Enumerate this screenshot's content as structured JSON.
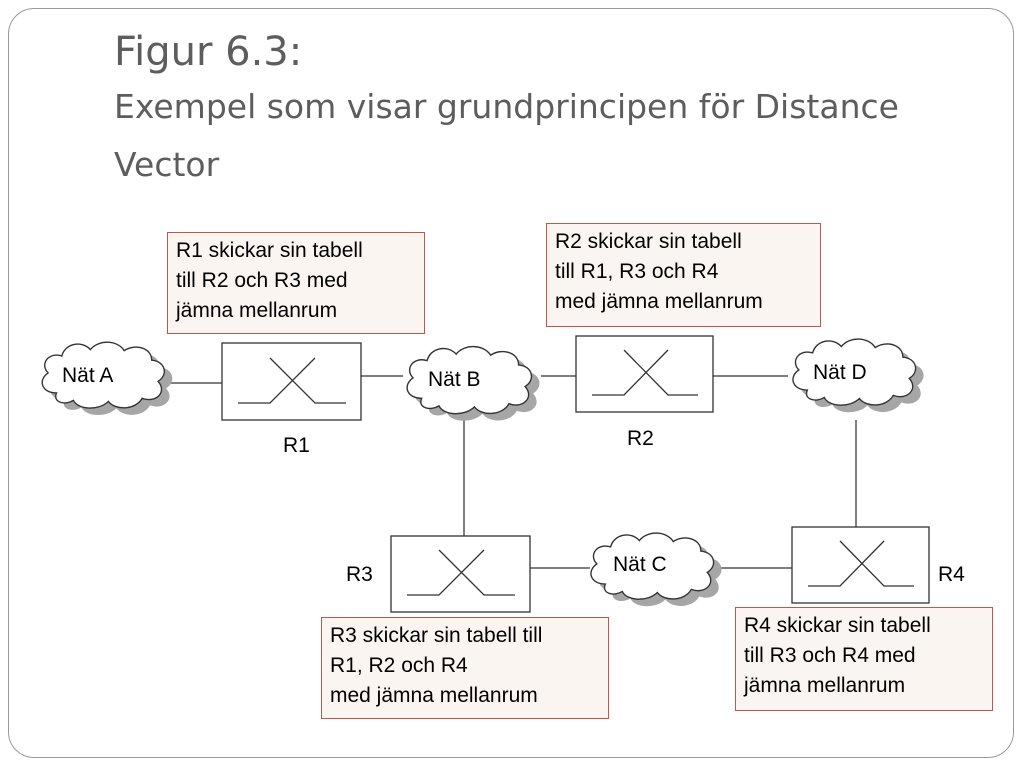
{
  "title": {
    "line1": "Figur 6.3:",
    "line2": "Exempel som visar grundprincipen för Distance Vector"
  },
  "networks": {
    "a": "Nät A",
    "b": "Nät B",
    "c": "Nät C",
    "d": "Nät D"
  },
  "routers": {
    "r1": "R1",
    "r2": "R2",
    "r3": "R3",
    "r4": "R4"
  },
  "notes": {
    "r1": "R1 skickar sin tabell\ntill R2 och R3 med\njämna mellanrum",
    "r2": "R2 skickar sin tabell\ntill R1, R3 och R4\nmed jämna mellanrum",
    "r3": "R3 skickar sin tabell till\nR1, R2 och R4\nmed jämna mellanrum",
    "r4": "R4 skickar sin tabell\ntill R3 och R4 med\njämna mellanrum"
  }
}
